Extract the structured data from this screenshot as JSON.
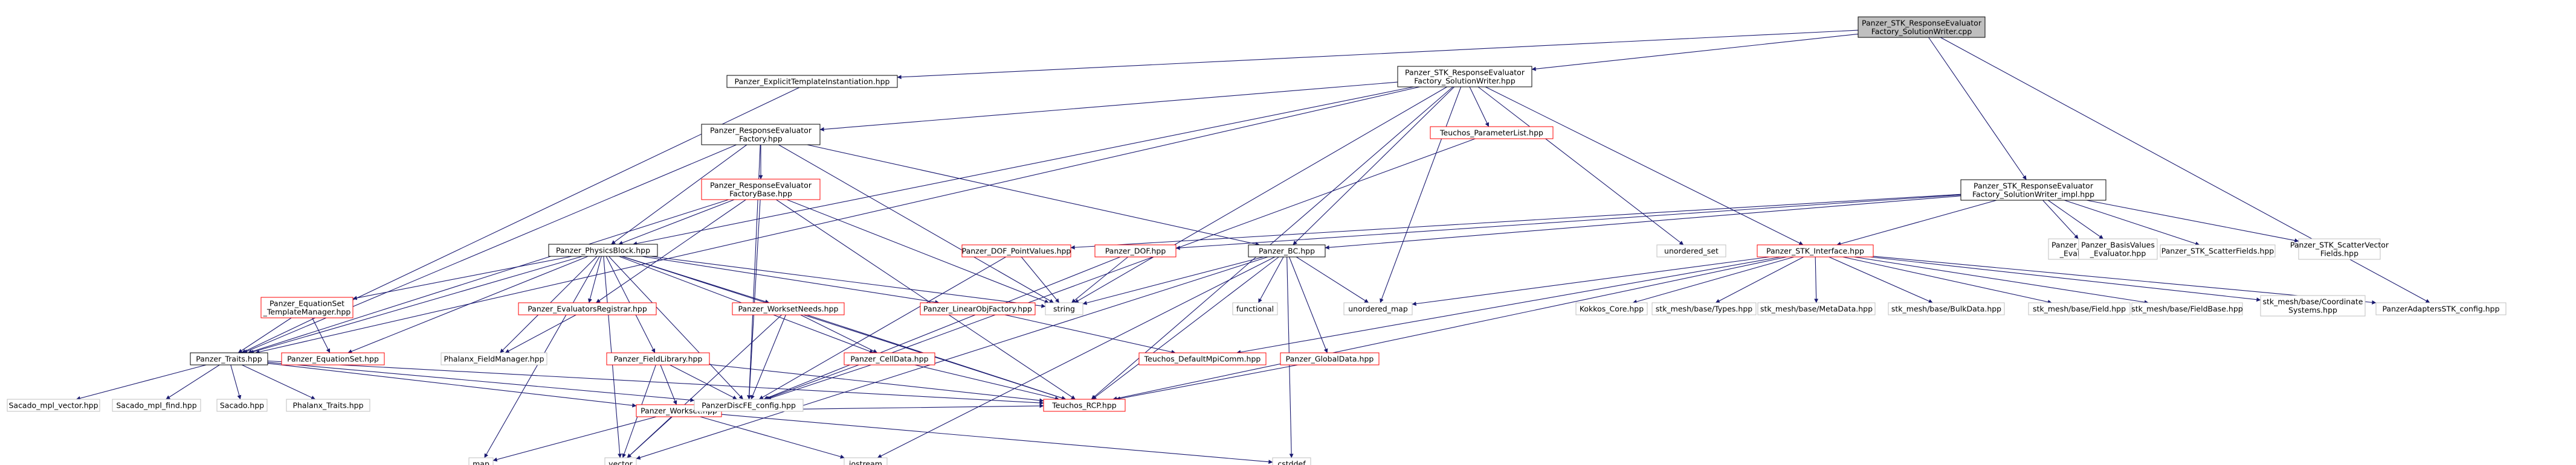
{
  "nodes": {
    "root": {
      "lines": [
        "Panzer_STK_ResponseEvaluator",
        "Factory_SolutionWriter.cpp"
      ],
      "style": "root",
      "icon": "file-icon"
    },
    "explicit": {
      "lines": [
        "Panzer_ExplicitTemplateInstantiation.hpp"
      ],
      "style": "doc",
      "icon": "file-icon"
    },
    "rewriter_hpp": {
      "lines": [
        "Panzer_STK_ResponseEvaluator",
        "Factory_SolutionWriter.hpp"
      ],
      "style": "doc",
      "icon": "file-icon"
    },
    "rewriter_impl": {
      "lines": [
        "Panzer_STK_ResponseEvaluator",
        "Factory_SolutionWriter_impl.hpp"
      ],
      "style": "doc",
      "icon": "file-icon"
    },
    "resp_factory": {
      "lines": [
        "Panzer_ResponseEvaluator",
        "Factory.hpp"
      ],
      "style": "doc",
      "icon": "file-icon"
    },
    "param_list": {
      "lines": [
        "Teuchos_ParameterList.hpp"
      ],
      "style": "red",
      "icon": "file-icon"
    },
    "resp_factory_base": {
      "lines": [
        "Panzer_ResponseEvaluator",
        "FactoryBase.hpp"
      ],
      "style": "red",
      "icon": "file-icon"
    },
    "physics_block": {
      "lines": [
        "Panzer_PhysicsBlock.hpp"
      ],
      "style": "doc",
      "icon": "file-icon"
    },
    "dof_point": {
      "lines": [
        "Panzer_DOF_PointValues.hpp"
      ],
      "style": "red",
      "icon": "file-icon"
    },
    "dof": {
      "lines": [
        "Panzer_DOF.hpp"
      ],
      "style": "red",
      "icon": "file-icon"
    },
    "bc": {
      "lines": [
        "Panzer_BC.hpp"
      ],
      "style": "doc",
      "icon": "file-icon"
    },
    "unordered_set": {
      "lines": [
        "unordered_set"
      ],
      "style": "gray",
      "icon": "file-icon"
    },
    "stk_interface": {
      "lines": [
        "Panzer_STK_Interface.hpp"
      ],
      "style": "red",
      "icon": "file-icon"
    },
    "point_values": {
      "lines": [
        "Panzer_PointValues",
        "_Evaluator.hpp"
      ],
      "style": "gray",
      "icon": "file-icon"
    },
    "basis_values": {
      "lines": [
        "Panzer_BasisValues",
        "_Evaluator.hpp"
      ],
      "style": "gray",
      "icon": "file-icon"
    },
    "scatter_fields": {
      "lines": [
        "Panzer_STK_ScatterFields.hpp"
      ],
      "style": "gray",
      "icon": "file-icon"
    },
    "scatter_vector": {
      "lines": [
        "Panzer_STK_ScatterVector",
        "Fields.hpp"
      ],
      "style": "gray",
      "icon": "file-icon"
    },
    "eqset_tm": {
      "lines": [
        "Panzer_EquationSet",
        "_TemplateManager.hpp"
      ],
      "style": "red",
      "icon": "file-icon"
    },
    "eval_registrar": {
      "lines": [
        "Panzer_EvaluatorsRegistrar.hpp"
      ],
      "style": "red",
      "icon": "file-icon"
    },
    "worksetneeds": {
      "lines": [
        "Panzer_WorksetNeeds.hpp"
      ],
      "style": "red",
      "icon": "file-icon"
    },
    "linear_obj": {
      "lines": [
        "Panzer_LinearObjFactory.hpp"
      ],
      "style": "red",
      "icon": "file-icon"
    },
    "string": {
      "lines": [
        "string"
      ],
      "style": "gray",
      "icon": "file-icon"
    },
    "functional": {
      "lines": [
        "functional"
      ],
      "style": "gray",
      "icon": "file-icon"
    },
    "unordered_map": {
      "lines": [
        "unordered_map"
      ],
      "style": "gray",
      "icon": "file-icon"
    },
    "kokkos_core": {
      "lines": [
        "Kokkos_Core.hpp"
      ],
      "style": "gray",
      "icon": "file-icon"
    },
    "stk_types": {
      "lines": [
        "stk_mesh/base/Types.hpp"
      ],
      "style": "gray",
      "icon": "file-icon"
    },
    "stk_metadata": {
      "lines": [
        "stk_mesh/base/MetaData.hpp"
      ],
      "style": "gray",
      "icon": "file-icon"
    },
    "stk_bulkdata": {
      "lines": [
        "stk_mesh/base/BulkData.hpp"
      ],
      "style": "gray",
      "icon": "file-icon"
    },
    "stk_field": {
      "lines": [
        "stk_mesh/base/Field.hpp"
      ],
      "style": "gray",
      "icon": "file-icon"
    },
    "stk_fieldbase": {
      "lines": [
        "stk_mesh/base/FieldBase.hpp"
      ],
      "style": "gray",
      "icon": "file-icon"
    },
    "stk_coord": {
      "lines": [
        "stk_mesh/base/Coordinate",
        "Systems.hpp"
      ],
      "style": "gray",
      "icon": "file-icon"
    },
    "stk_config": {
      "lines": [
        "PanzerAdaptersSTK_config.hpp"
      ],
      "style": "gray",
      "icon": "file-icon"
    },
    "traits": {
      "lines": [
        "Panzer_Traits.hpp"
      ],
      "style": "doc",
      "icon": "file-icon"
    },
    "eqset": {
      "lines": [
        "Panzer_EquationSet.hpp"
      ],
      "style": "red",
      "icon": "file-icon"
    },
    "field_manager": {
      "lines": [
        "Phalanx_FieldManager.hpp"
      ],
      "style": "gray",
      "icon": "file-icon"
    },
    "field_library": {
      "lines": [
        "Panzer_FieldLibrary.hpp"
      ],
      "style": "red",
      "icon": "file-icon"
    },
    "cell_data": {
      "lines": [
        "Panzer_CellData.hpp"
      ],
      "style": "red",
      "icon": "file-icon"
    },
    "mpi_comm": {
      "lines": [
        "Teuchos_DefaultMpiComm.hpp"
      ],
      "style": "red",
      "icon": "file-icon"
    },
    "global_data": {
      "lines": [
        "Panzer_GlobalData.hpp"
      ],
      "style": "red",
      "icon": "file-icon"
    },
    "sacado_vector": {
      "lines": [
        "Sacado_mpl_vector.hpp"
      ],
      "style": "gray",
      "icon": "file-icon"
    },
    "sacado_find": {
      "lines": [
        "Sacado_mpl_find.hpp"
      ],
      "style": "gray",
      "icon": "file-icon"
    },
    "sacado": {
      "lines": [
        "Sacado.hpp"
      ],
      "style": "gray",
      "icon": "file-icon"
    },
    "phalanx_traits": {
      "lines": [
        "Phalanx_Traits.hpp"
      ],
      "style": "gray",
      "icon": "file-icon"
    },
    "workset": {
      "lines": [
        "Panzer_Workset.hpp"
      ],
      "style": "red",
      "icon": "file-icon"
    },
    "disc_config": {
      "lines": [
        "PanzerDiscFE_config.hpp"
      ],
      "style": "gray",
      "icon": "file-icon"
    },
    "rcp": {
      "lines": [
        "Teuchos_RCP.hpp"
      ],
      "style": "red",
      "icon": "file-icon"
    },
    "map": {
      "lines": [
        "map"
      ],
      "style": "gray",
      "icon": "file-icon"
    },
    "vector": {
      "lines": [
        "vector"
      ],
      "style": "gray",
      "icon": "file-icon"
    },
    "iostream": {
      "lines": [
        "iostream"
      ],
      "style": "gray",
      "icon": "file-icon"
    },
    "cstddef": {
      "lines": [
        "cstddef"
      ],
      "style": "gray",
      "icon": "file-icon"
    }
  },
  "edges": [
    [
      "root",
      "explicit"
    ],
    [
      "root",
      "rewriter_hpp"
    ],
    [
      "root",
      "rewriter_impl"
    ],
    [
      "root",
      "stk_config"
    ],
    [
      "explicit",
      "traits"
    ],
    [
      "rewriter_hpp",
      "resp_factory"
    ],
    [
      "rewriter_hpp",
      "param_list"
    ],
    [
      "rewriter_hpp",
      "physics_block"
    ],
    [
      "rewriter_hpp",
      "bc"
    ],
    [
      "rewriter_hpp",
      "string"
    ],
    [
      "rewriter_hpp",
      "unordered_set"
    ],
    [
      "rewriter_hpp",
      "unordered_map"
    ],
    [
      "rewriter_hpp",
      "stk_interface"
    ],
    [
      "rewriter_hpp",
      "traits"
    ],
    [
      "rewriter_hpp",
      "rcp"
    ],
    [
      "rewriter_impl",
      "dof_point"
    ],
    [
      "rewriter_impl",
      "dof"
    ],
    [
      "rewriter_impl",
      "bc"
    ],
    [
      "rewriter_impl",
      "stk_interface"
    ],
    [
      "rewriter_impl",
      "point_values"
    ],
    [
      "rewriter_impl",
      "basis_values"
    ],
    [
      "rewriter_impl",
      "scatter_fields"
    ],
    [
      "rewriter_impl",
      "scatter_vector"
    ],
    [
      "resp_factory",
      "resp_factory_base"
    ],
    [
      "resp_factory",
      "physics_block"
    ],
    [
      "resp_factory",
      "bc"
    ],
    [
      "resp_factory",
      "string"
    ],
    [
      "resp_factory",
      "traits"
    ],
    [
      "resp_factory",
      "disc_config"
    ],
    [
      "param_list",
      "disc_config"
    ],
    [
      "resp_factory_base",
      "physics_block"
    ],
    [
      "resp_factory_base",
      "eval_registrar"
    ],
    [
      "resp_factory_base",
      "string"
    ],
    [
      "resp_factory_base",
      "rcp"
    ],
    [
      "resp_factory_base",
      "traits"
    ],
    [
      "resp_factory_base",
      "disc_config"
    ],
    [
      "physics_block",
      "eqset_tm"
    ],
    [
      "physics_block",
      "eval_registrar"
    ],
    [
      "physics_block",
      "worksetneeds"
    ],
    [
      "physics_block",
      "linear_obj"
    ],
    [
      "physics_block",
      "string"
    ],
    [
      "physics_block",
      "traits"
    ],
    [
      "physics_block",
      "eqset"
    ],
    [
      "physics_block",
      "field_manager"
    ],
    [
      "physics_block",
      "field_library"
    ],
    [
      "physics_block",
      "cell_data"
    ],
    [
      "physics_block",
      "map"
    ],
    [
      "physics_block",
      "vector"
    ],
    [
      "physics_block",
      "rcp"
    ],
    [
      "physics_block",
      "disc_config"
    ],
    [
      "dof_point",
      "string"
    ],
    [
      "dof_point",
      "disc_config"
    ],
    [
      "dof",
      "string"
    ],
    [
      "dof",
      "disc_config"
    ],
    [
      "bc",
      "string"
    ],
    [
      "bc",
      "functional"
    ],
    [
      "bc",
      "unordered_map"
    ],
    [
      "bc",
      "global_data"
    ],
    [
      "bc",
      "rcp"
    ],
    [
      "bc",
      "iostream"
    ],
    [
      "bc",
      "cstddef"
    ],
    [
      "bc",
      "vector"
    ],
    [
      "stk_interface",
      "unordered_map"
    ],
    [
      "stk_interface",
      "kokkos_core"
    ],
    [
      "stk_interface",
      "stk_types"
    ],
    [
      "stk_interface",
      "stk_metadata"
    ],
    [
      "stk_interface",
      "stk_bulkdata"
    ],
    [
      "stk_interface",
      "stk_field"
    ],
    [
      "stk_interface",
      "stk_fieldbase"
    ],
    [
      "stk_interface",
      "stk_coord"
    ],
    [
      "stk_interface",
      "stk_config"
    ],
    [
      "stk_interface",
      "mpi_comm"
    ],
    [
      "stk_interface",
      "rcp"
    ],
    [
      "eqset_tm",
      "traits"
    ],
    [
      "eqset_tm",
      "eqset"
    ],
    [
      "eval_registrar",
      "field_manager"
    ],
    [
      "worksetneeds",
      "cell_data"
    ],
    [
      "worksetneeds",
      "disc_config"
    ],
    [
      "worksetneeds",
      "rcp"
    ],
    [
      "worksetneeds",
      "vector"
    ],
    [
      "linear_obj",
      "mpi_comm"
    ],
    [
      "traits",
      "sacado_vector"
    ],
    [
      "traits",
      "sacado_find"
    ],
    [
      "traits",
      "sacado"
    ],
    [
      "traits",
      "phalanx_traits"
    ],
    [
      "traits",
      "workset"
    ],
    [
      "traits",
      "disc_config"
    ],
    [
      "traits",
      "rcp"
    ],
    [
      "field_library",
      "workset"
    ],
    [
      "field_library",
      "disc_config"
    ],
    [
      "field_library",
      "rcp"
    ],
    [
      "field_library",
      "vector"
    ],
    [
      "cell_data",
      "disc_config"
    ],
    [
      "cell_data",
      "rcp"
    ],
    [
      "global_data",
      "rcp"
    ],
    [
      "workset",
      "map"
    ],
    [
      "workset",
      "vector"
    ],
    [
      "workset",
      "iostream"
    ],
    [
      "workset",
      "cstddef"
    ],
    [
      "workset",
      "rcp"
    ]
  ],
  "colors": {
    "edge": "#191970",
    "root_fill": "#bfbfbf",
    "doc_border": "#000000",
    "red_border": "#ff0000",
    "gray_border": "#bfbfbf",
    "text": "#000000"
  }
}
